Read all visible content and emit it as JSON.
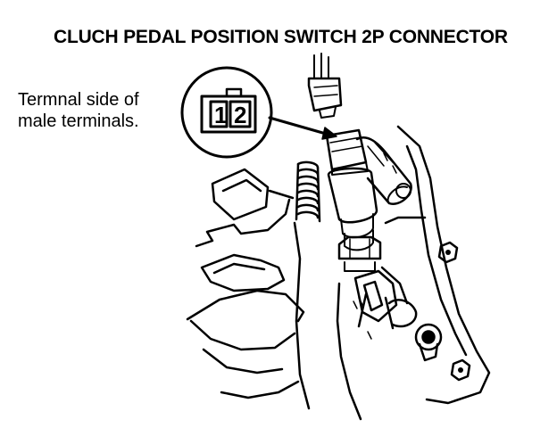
{
  "title": "CLUCH PEDAL POSITION SWITCH 2P CONNECTOR",
  "callout": {
    "line1": "Termnal side of",
    "line2": "male terminals."
  },
  "connector_pins": [
    "1",
    "2"
  ]
}
